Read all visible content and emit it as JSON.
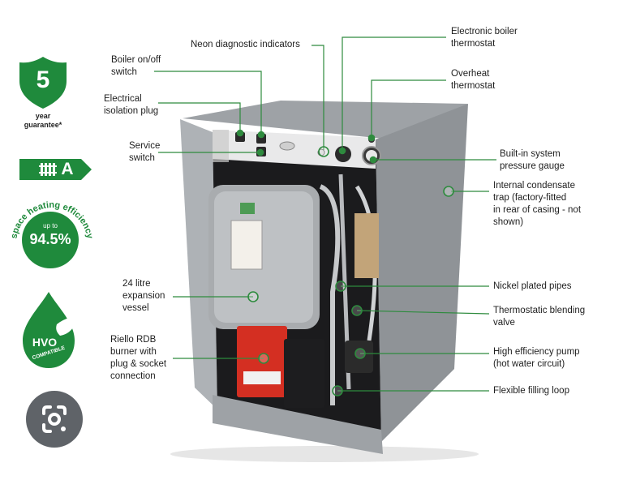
{
  "colors": {
    "brand_green": "#1f8a3c",
    "leader_green": "#2e8b3e",
    "label_text": "#1e1e1e",
    "lens_button": "#5f6368"
  },
  "badges": {
    "guarantee": {
      "number": "5",
      "line1": "year",
      "line2": "guarantee*"
    },
    "energy_rating": {
      "grade": "A",
      "icon": "radiator-icon"
    },
    "efficiency": {
      "arc_text": "space heating efficiency",
      "prefix": "up to",
      "value": "94.5%"
    },
    "hvo": {
      "text": "HVO",
      "sub": "COMPATIBLE",
      "icon": "leaf-icon"
    }
  },
  "callouts": {
    "boiler_switch": "Boiler on/off\nswitch",
    "isolation_plug": "Electrical\nisolation plug",
    "service_switch": "Service\nswitch",
    "expansion_vessel": "24 litre\nexpansion\nvessel",
    "burner": "Riello RDB\nburner with\nplug & socket\nconnection",
    "neon": "Neon diagnostic indicators",
    "electronic_thermostat": "Electronic boiler\nthermostat",
    "overheat_thermostat": "Overheat\nthermostat",
    "pressure_gauge": "Built-in system\npressure gauge",
    "condensate_trap": "Internal condensate\ntrap (factory-fitted\nin rear of casing - not\nshown)",
    "nickel_pipes": "Nickel plated pipes",
    "blending_valve": "Thermostatic blending\nvalve",
    "pump": "High efficiency pump\n(hot water circuit)",
    "filling_loop": "Flexible filling loop"
  },
  "lens_icon": "camera-search-icon"
}
